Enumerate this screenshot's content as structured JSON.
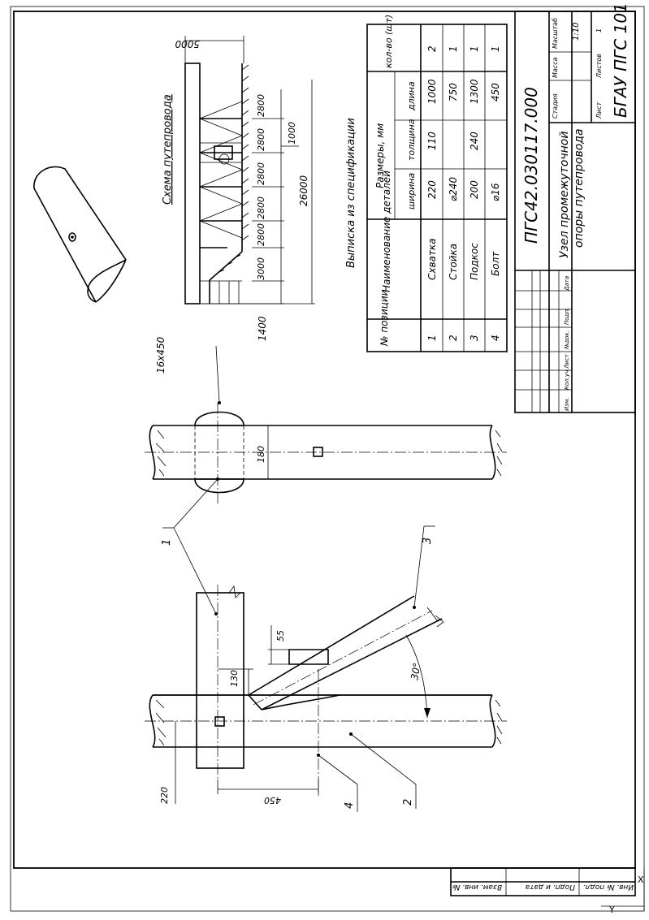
{
  "drawing": {
    "doc_code": "ПГС42.030117.000",
    "title_line1": "Узел промежуточной",
    "title_line2": "опоры путепровода",
    "org": "БГАУ ПГС 101",
    "stage_label": "Стадия",
    "mass_label": "Масса",
    "scale_label": "Масштаб",
    "scale_value": "1:10",
    "sheet_label": "Лист",
    "sheets_label": "Листов",
    "sheets_value": "1",
    "stamp_headers": [
      "Изм.",
      "Кол.уч",
      "Лист",
      "№док.",
      "Подп.",
      "Дата"
    ]
  },
  "scheme": {
    "title": "Схема путепровода",
    "dims": [
      "5000",
      "1000",
      "1400",
      "3000",
      "2800",
      "2800",
      "2800",
      "2800",
      "2800",
      "26000"
    ]
  },
  "spec": {
    "title": "Выписка из спецификации",
    "headers": {
      "pos": "№ позиции",
      "name": "Наименование деталей",
      "sizes": "Размеры, мм",
      "width": "ширина",
      "thickness": "толщина",
      "length": "длина",
      "qty": "кол-во (шт)"
    },
    "rows": [
      {
        "pos": "1",
        "name": "Схватка",
        "width": "220",
        "thickness": "110",
        "length": "1000",
        "qty": "2"
      },
      {
        "pos": "2",
        "name": "Стойка",
        "width": "⌀240",
        "thickness": "",
        "length": "750",
        "qty": "1"
      },
      {
        "pos": "3",
        "name": "Подкос",
        "width": "200",
        "thickness": "240",
        "length": "1300",
        "qty": "1"
      },
      {
        "pos": "4",
        "name": "Болт",
        "width": "⌀16",
        "thickness": "",
        "length": "450",
        "qty": "1"
      }
    ]
  },
  "detail": {
    "bolt_label": "16x450",
    "dim_180": "180",
    "dim_130": "130",
    "dim_55": "55",
    "dim_220": "220",
    "dim_450": "450",
    "angle": "30°",
    "callout_1": "1",
    "callout_2": "2",
    "callout_3": "3",
    "callout_4": "4"
  },
  "bottom_stamp": [
    "Инв. № подл.",
    "Подп. и дата",
    "Взам. инв. №"
  ],
  "corner_marks": [
    "X",
    "Y"
  ]
}
